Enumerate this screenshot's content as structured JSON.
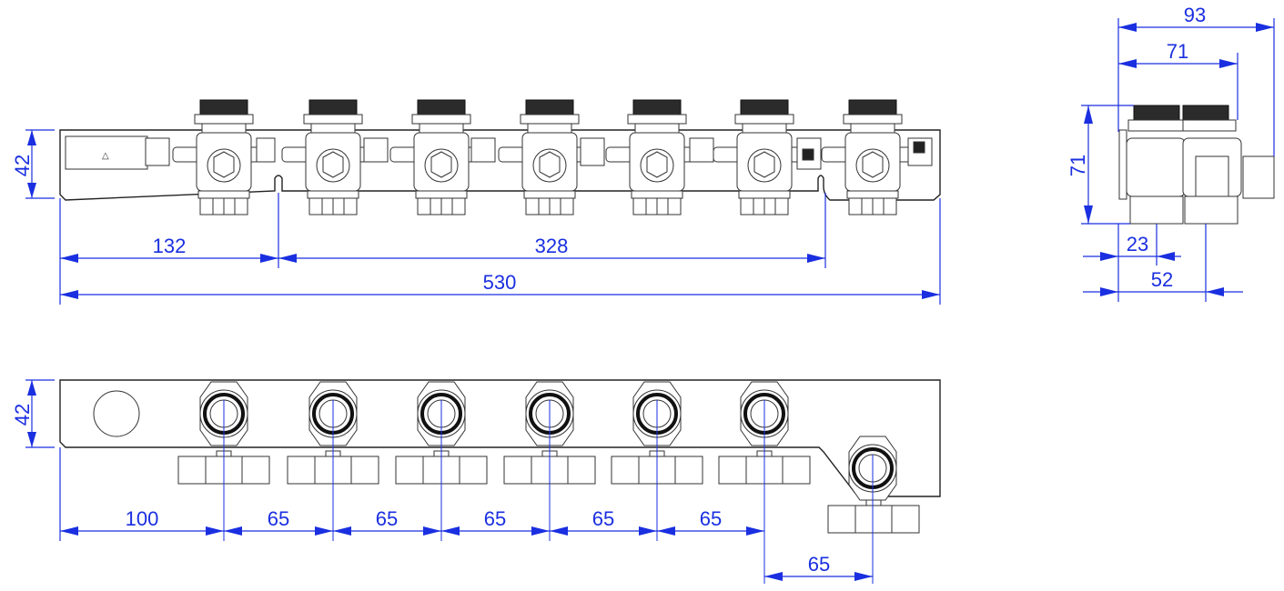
{
  "drawing": {
    "front_view": {
      "height_label": "42",
      "dim_first_offset": "132",
      "dim_inner_span": "328",
      "dim_total_length": "530"
    },
    "side_view": {
      "dim_total_depth": "93",
      "dim_upper_depth": "71",
      "dim_height": "71",
      "dim_offset_a": "23",
      "dim_offset_b": "52"
    },
    "top_view": {
      "height_label": "42",
      "dim_first": "100",
      "dim_pitch_1": "65",
      "dim_pitch_2": "65",
      "dim_pitch_3": "65",
      "dim_pitch_4": "65",
      "dim_pitch_5": "65",
      "dim_last_pitch": "65"
    },
    "colors": {
      "dimension": "#1a2fe0",
      "outline": "#222222"
    }
  }
}
